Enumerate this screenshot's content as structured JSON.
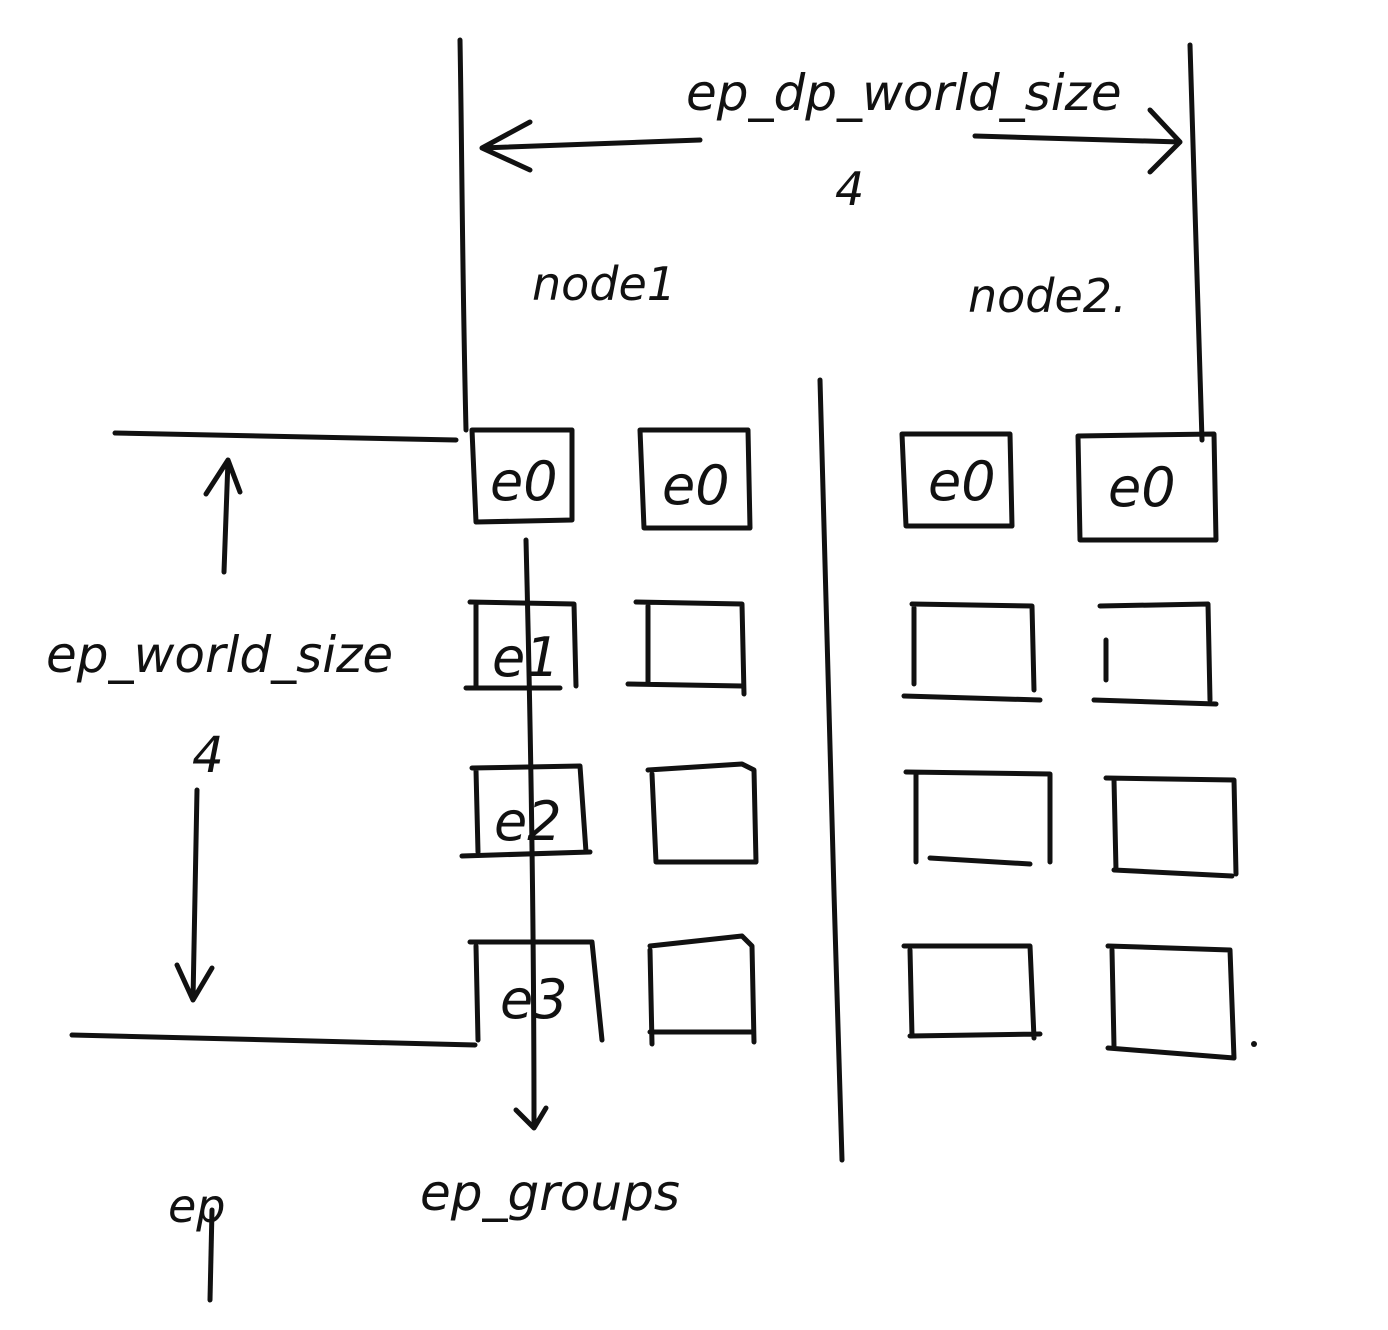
{
  "top_dimension": {
    "label": "ep_dp_world_size",
    "value": "4"
  },
  "nodes": [
    {
      "label": "node1"
    },
    {
      "label": "node2."
    }
  ],
  "left_dimension": {
    "label": "ep_world_size",
    "value": "4"
  },
  "expert_cells": {
    "row0": [
      "e0",
      "e0",
      "e0",
      "e0"
    ],
    "column0": [
      "e0",
      "e1",
      "e2",
      "e3"
    ]
  },
  "bottom_labels": {
    "ep": "ep",
    "ep_groups": "ep_groups"
  }
}
